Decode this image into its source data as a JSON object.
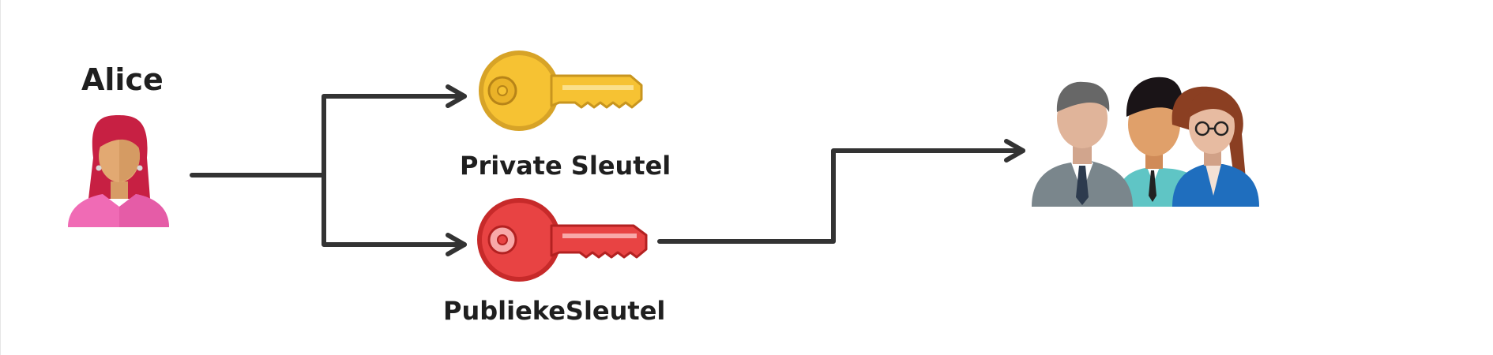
{
  "diagram": {
    "nodes": {
      "alice": {
        "label": "Alice",
        "icon": "woman-avatar-icon"
      },
      "private_key": {
        "label": "Private Sleutel",
        "icon": "gold-key-icon",
        "color": "#F6C233"
      },
      "public_key": {
        "label": "PubliekeSleutel",
        "icon": "red-key-icon",
        "color": "#E53E3E"
      },
      "group": {
        "icon": "people-group-icon"
      }
    },
    "edges": [
      {
        "from": "alice",
        "to": "private_key"
      },
      {
        "from": "alice",
        "to": "public_key"
      },
      {
        "from": "public_key",
        "to": "group"
      }
    ],
    "colors": {
      "arrow": "#333333",
      "text": "#1f1f1f",
      "background": "#ffffff"
    }
  }
}
